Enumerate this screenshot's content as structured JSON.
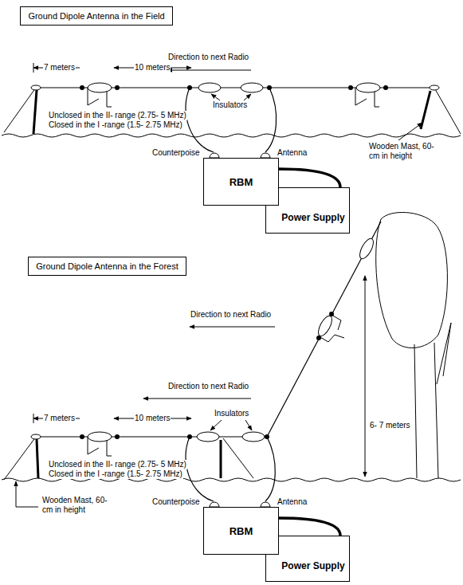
{
  "diagram": {
    "nodes": [
      {
        "text": [
          "Ground Dipole Antenna in the Field"
        ]
      },
      {
        "text": [
          "RBM"
        ]
      },
      {
        "text": [
          "Power Supply"
        ]
      },
      {
        "text": [
          "Ground Dipole Antenna in the Forest"
        ]
      },
      {
        "text": [
          "RBM"
        ]
      },
      {
        "text": [
          "Power Supply"
        ]
      }
    ],
    "edges": [
      {
        "from": 1,
        "to": 2,
        "arrow": "none"
      },
      {
        "from": 4,
        "to": 5,
        "arrow": "none"
      }
    ],
    "labels": [
      "Direction to next Radio",
      "7 meters",
      "10 meters",
      "Unclosed in the II- range (2.75- 5 MHz)",
      "Closed in the I -range (1.5- 2.75 MHz)",
      "Insulators",
      "Counterpoise",
      "Antenna",
      "Wooden Mast, 60-cm in height",
      "Direction to next Radio",
      "Direction to next Radio",
      "7 meters",
      "10 meters",
      "Unclosed in the II- range (2.75- 5 MHz)",
      "Closed in the I -range (1.5- 2.75 MHz)",
      "Insulators",
      "6- 7 meters",
      "Wooden Mast, 60-cm in height",
      "Counterpoise",
      "Antenna"
    ]
  }
}
